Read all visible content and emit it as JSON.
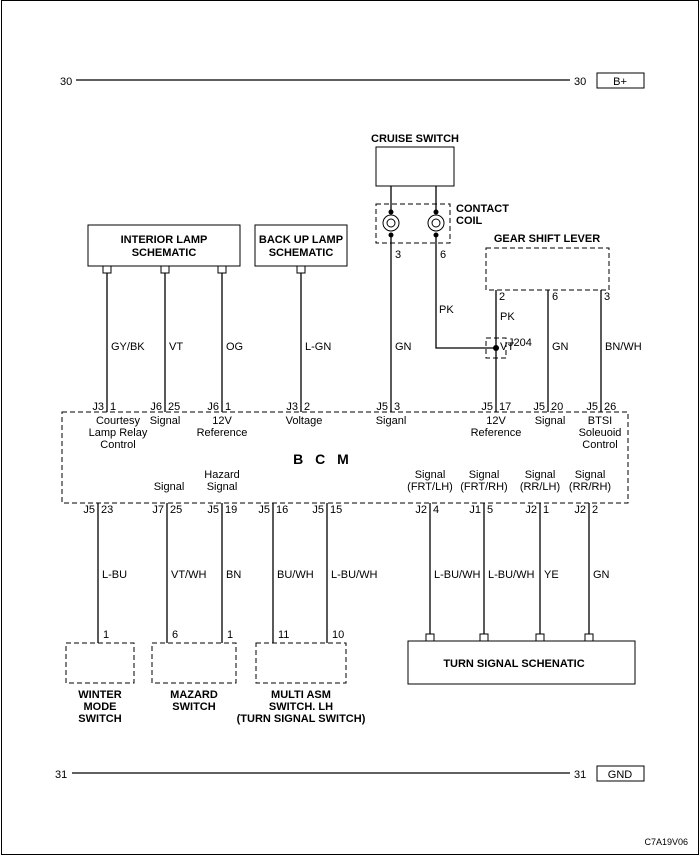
{
  "rails": {
    "top": {
      "num_left": "30",
      "num_right": "30",
      "label": "B+"
    },
    "bottom": {
      "num_left": "31",
      "num_right": "31",
      "label": "GND"
    }
  },
  "components": {
    "cruise_switch": "CRUISE SWITCH",
    "contact_coil": [
      "CONTACT",
      "COIL"
    ],
    "interior_lamp": [
      "INTERIOR LAMP",
      "SCHEMATIC"
    ],
    "back_up_lamp": [
      "BACK UP LAMP",
      "SCHEMATIC"
    ],
    "gear_shift_lever": "GEAR SHIFT LEVER",
    "bcm": "B C M",
    "splice": "J204",
    "turn_signal_schematic": "TURN SIGNAL SCHENATIC",
    "winter_mode_switch": [
      "WINTER",
      "MODE",
      "SWITCH"
    ],
    "mazard_switch": [
      "MAZARD",
      "SWITCH"
    ],
    "multi_asm_switch": [
      "MULTI ASM",
      "SWITCH. LH",
      "(TURN SIGNAL SWITCH)"
    ]
  },
  "top_pins": [
    {
      "conn": "J3",
      "pin": "1",
      "wire": "GY/BK",
      "func": [
        "Courtesy",
        "Lamp Relay",
        "Control"
      ]
    },
    {
      "conn": "J6",
      "pin": "25",
      "wire": "VT",
      "func": [
        "Signal"
      ]
    },
    {
      "conn": "J6",
      "pin": "1",
      "wire": "OG",
      "func": [
        "12V",
        "Reference"
      ]
    },
    {
      "conn": "J3",
      "pin": "2",
      "wire": "L-GN",
      "func": [
        "Voltage"
      ]
    },
    {
      "conn": "J5",
      "pin": "3",
      "wire": "GN",
      "func": [
        "Siganl"
      ],
      "coil_pin": "3"
    },
    {
      "conn": "J5",
      "pin": "17",
      "wire": "VT",
      "func": [
        "12V",
        "Reference"
      ],
      "lever_pin": "2",
      "wire_upper": "PK"
    },
    {
      "conn": "J5",
      "pin": "20",
      "wire": "GN",
      "func": [
        "Signal"
      ],
      "lever_pin": "6"
    },
    {
      "conn": "J5",
      "pin": "26",
      "wire": "BN/WH",
      "func": [
        "BTSI",
        "Soleuoid",
        "Control"
      ],
      "lever_pin": "3"
    }
  ],
  "coil_pin_6": {
    "pin": "6",
    "wire": "PK"
  },
  "bottom_pins": [
    {
      "conn": "J5",
      "pin": "23",
      "wire": "L-BU",
      "func": [],
      "target_pin": "1"
    },
    {
      "conn": "J7",
      "pin": "25",
      "wire": "VT/WH",
      "func": [
        "Signal"
      ],
      "target_pin": "6"
    },
    {
      "conn": "J5",
      "pin": "19",
      "wire": "BN",
      "func": [
        "Hazard",
        "Signal"
      ],
      "target_pin": "1"
    },
    {
      "conn": "J5",
      "pin": "16",
      "wire": "BU/WH",
      "func": [],
      "target_pin": "11"
    },
    {
      "conn": "J5",
      "pin": "15",
      "wire": "L-BU/WH",
      "func": [],
      "target_pin": "10"
    },
    {
      "conn": "J2",
      "pin": "4",
      "wire": "L-BU/WH",
      "func": [
        "Signal",
        "(FRT/LH)"
      ]
    },
    {
      "conn": "J1",
      "pin": "5",
      "wire": "L-BU/WH",
      "func": [
        "Signal",
        "(FRT/RH)"
      ]
    },
    {
      "conn": "J2",
      "pin": "1",
      "wire": "YE",
      "func": [
        "Signal",
        "(RR/LH)"
      ]
    },
    {
      "conn": "J2",
      "pin": "2",
      "wire": "GN",
      "func": [
        "Signal",
        "(RR/RH)"
      ]
    }
  ],
  "figure_code": "C7A19V06"
}
